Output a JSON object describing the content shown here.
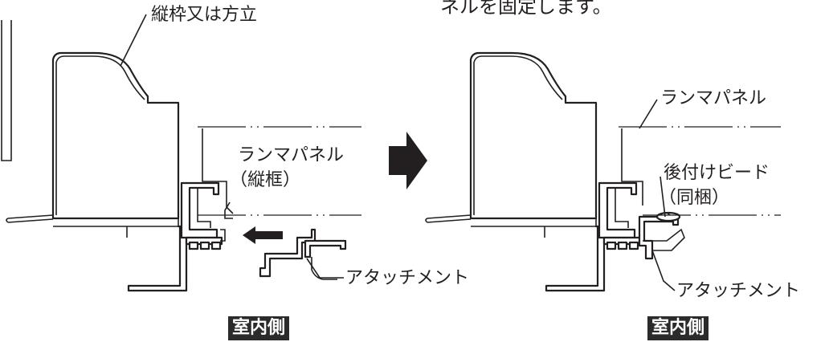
{
  "top_caption": "ネルを固定します。",
  "left_panel": {
    "frame_label": "縦枠又は方立",
    "panel_label_line1": "ランマパネル",
    "panel_label_line2": "（縦框）",
    "attachment_label": "アタッチメント",
    "side_badge": "室内側"
  },
  "right_panel": {
    "panel_label": "ランマパネル",
    "bead_label_line1": "後付けビード",
    "bead_label_line2": "（同梱）",
    "attachment_label": "アタッチメント",
    "side_badge": "室内側"
  }
}
